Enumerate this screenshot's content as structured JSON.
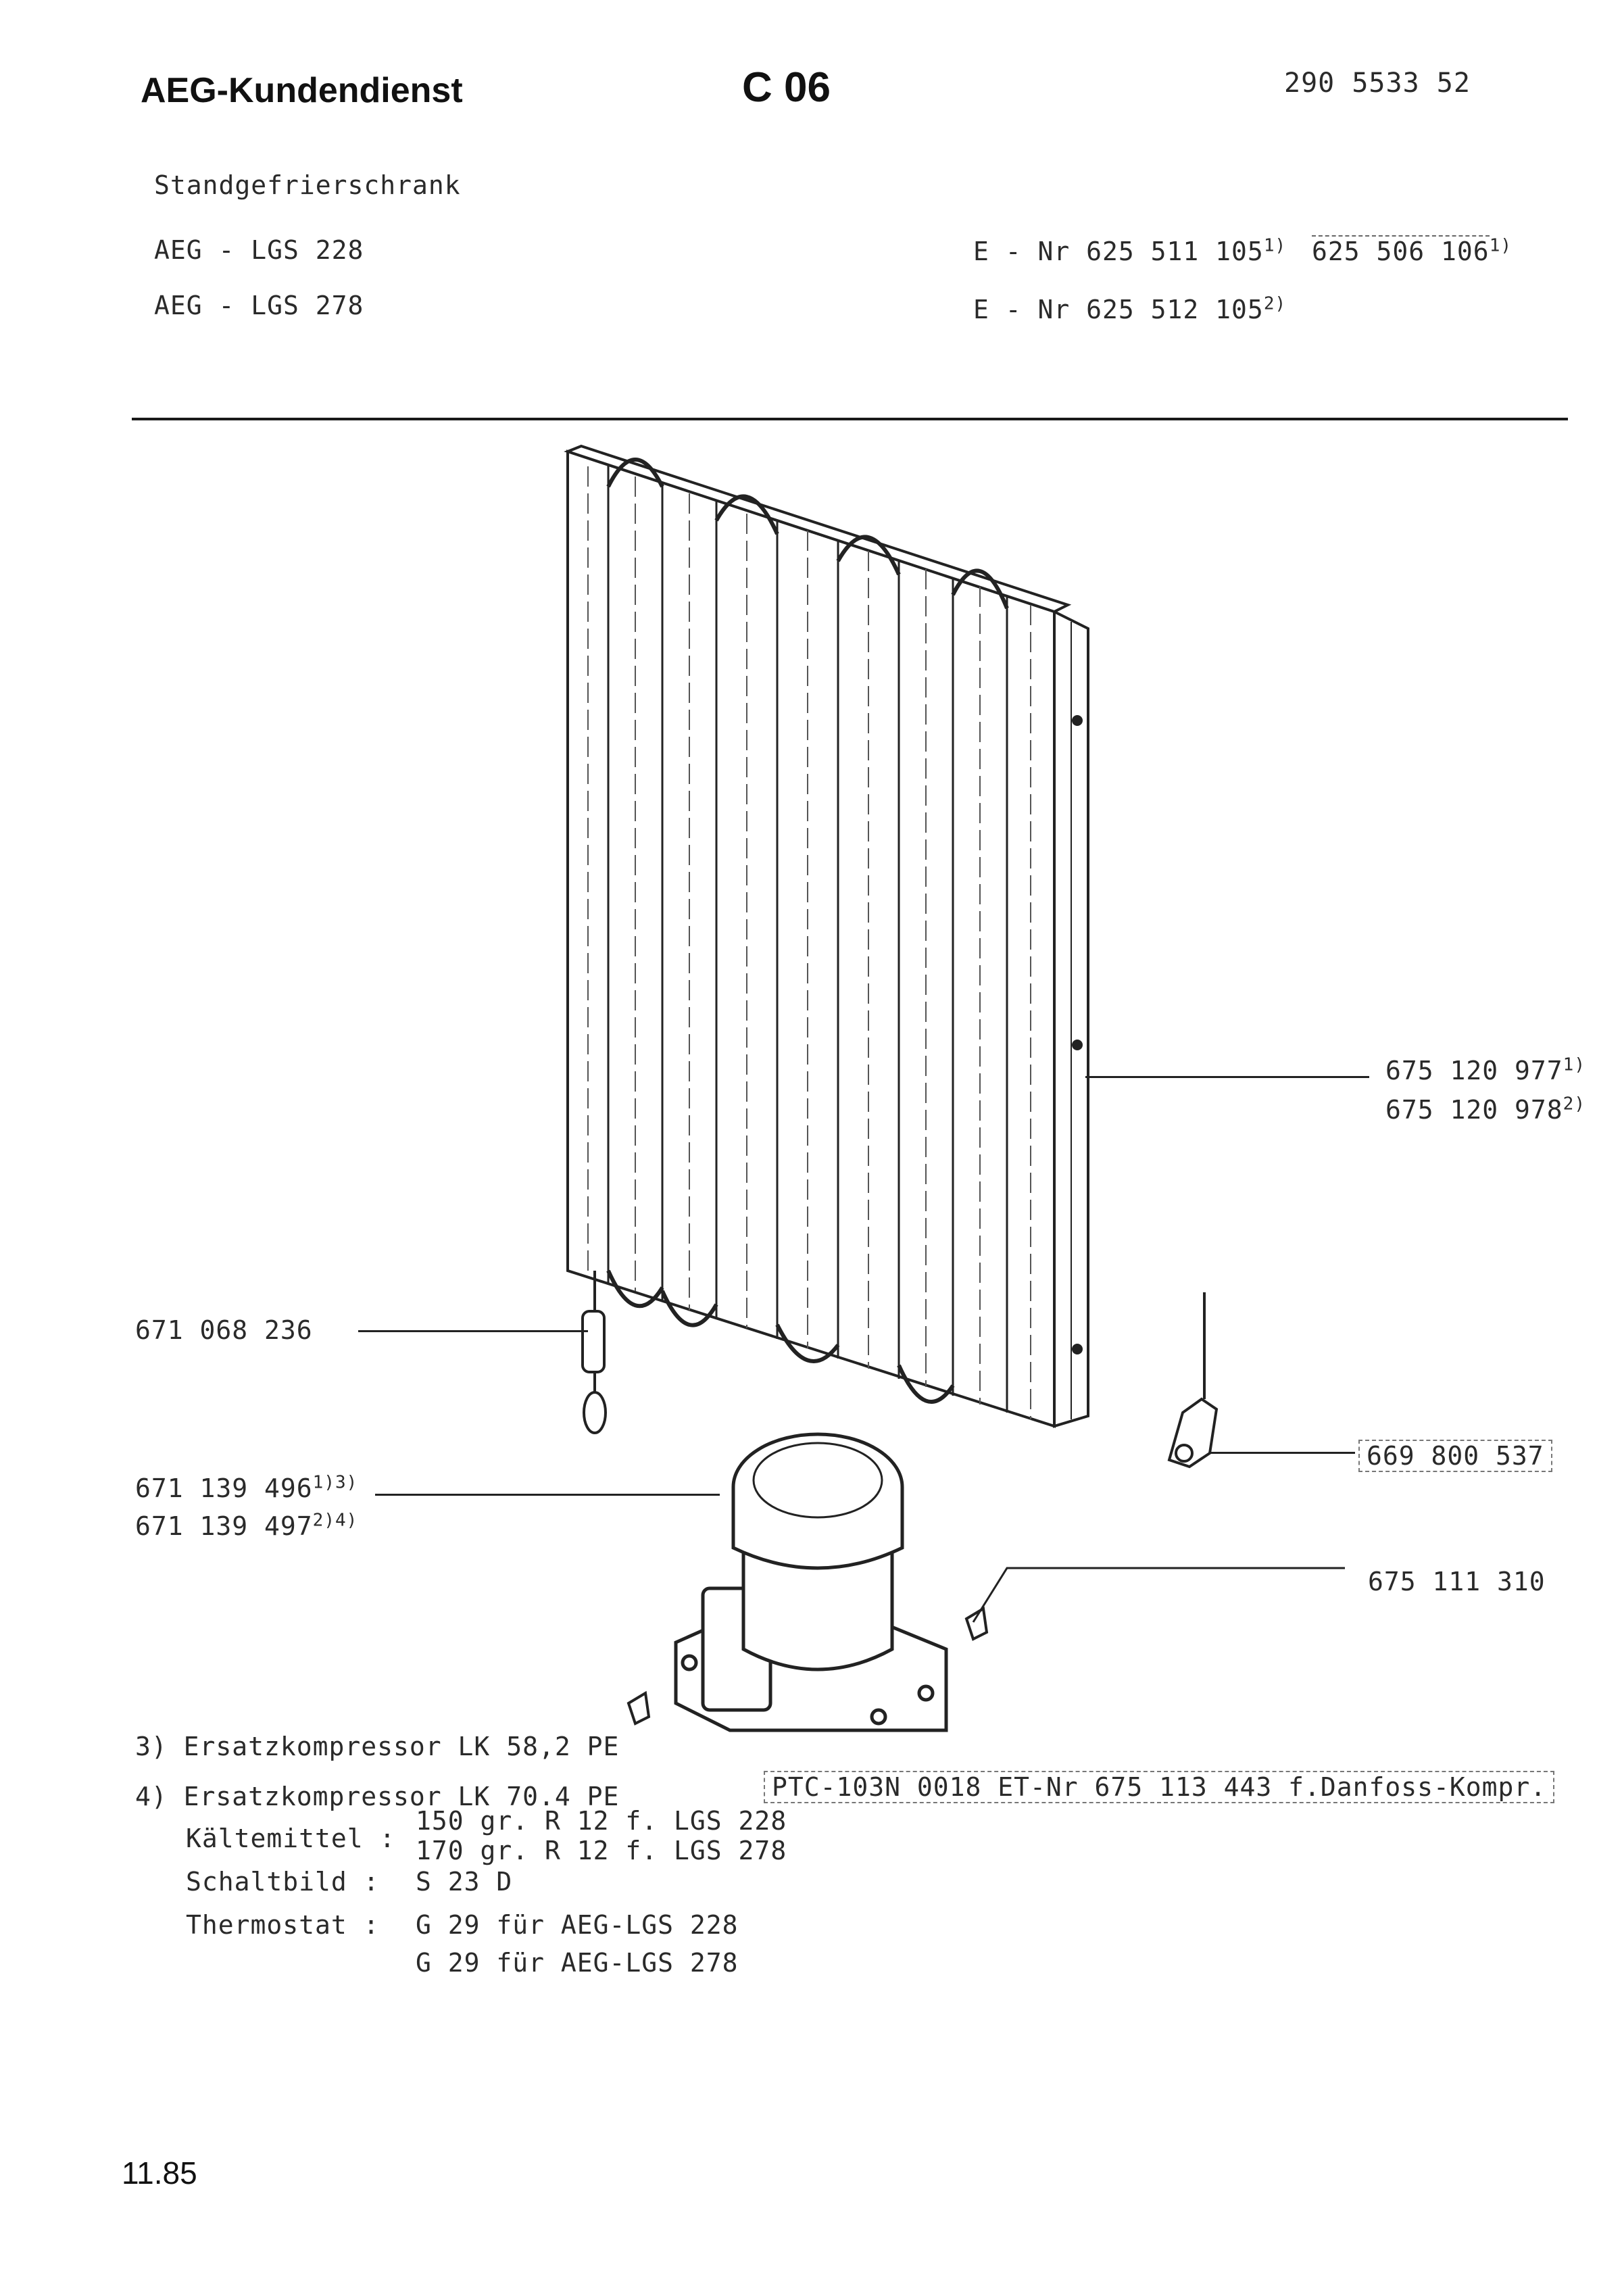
{
  "header": {
    "brand": "AEG-Kundendienst",
    "section": "C 06",
    "doc_number": "290 5533 52"
  },
  "product": {
    "type": "Standgefrierschrank",
    "models": [
      {
        "name": "AEG - LGS 228",
        "enr_prefix": "E - Nr 625 511 105",
        "enr_note": "1)",
        "enr_alt": "625 506 106",
        "enr_alt_note": "1)"
      },
      {
        "name": "AEG - LGS 278",
        "enr_prefix": "E - Nr 625 512 105",
        "enr_note": "2)"
      }
    ]
  },
  "parts": {
    "evaporator": {
      "line1": "675 120 977",
      "note1": "1)",
      "line2": "675 120 978",
      "note2": "2)"
    },
    "sensor": {
      "number": "671 068 236"
    },
    "plug": {
      "number": "669 800 537"
    },
    "compressor": {
      "line1": "671 139 496",
      "note1": "1)3)",
      "line2": "671 139 497",
      "note2": "2)4)"
    },
    "bracket": {
      "number": "675 111 310"
    }
  },
  "notes": {
    "n3": "3) Ersatzkompressor LK 58,2 PE",
    "n4": "4) Ersatzkompressor LK 70.4 PE",
    "ptc": "PTC-103N 0018 ET-Nr 675 113 443 f.Danfoss-Kompr.",
    "refrigerant_label": "Kältemittel :",
    "refrigerant_1": "150 gr. R 12 f. LGS 228",
    "refrigerant_2": "170 gr. R 12 f. LGS 278",
    "wiring_label": "Schaltbild :",
    "wiring_value": "S 23 D",
    "thermostat_label": "Thermostat :",
    "thermostat_1": "G 29 für AEG-LGS 228",
    "thermostat_2": "G 29 für AEG-LGS 278"
  },
  "footer": {
    "date": "11.85"
  }
}
